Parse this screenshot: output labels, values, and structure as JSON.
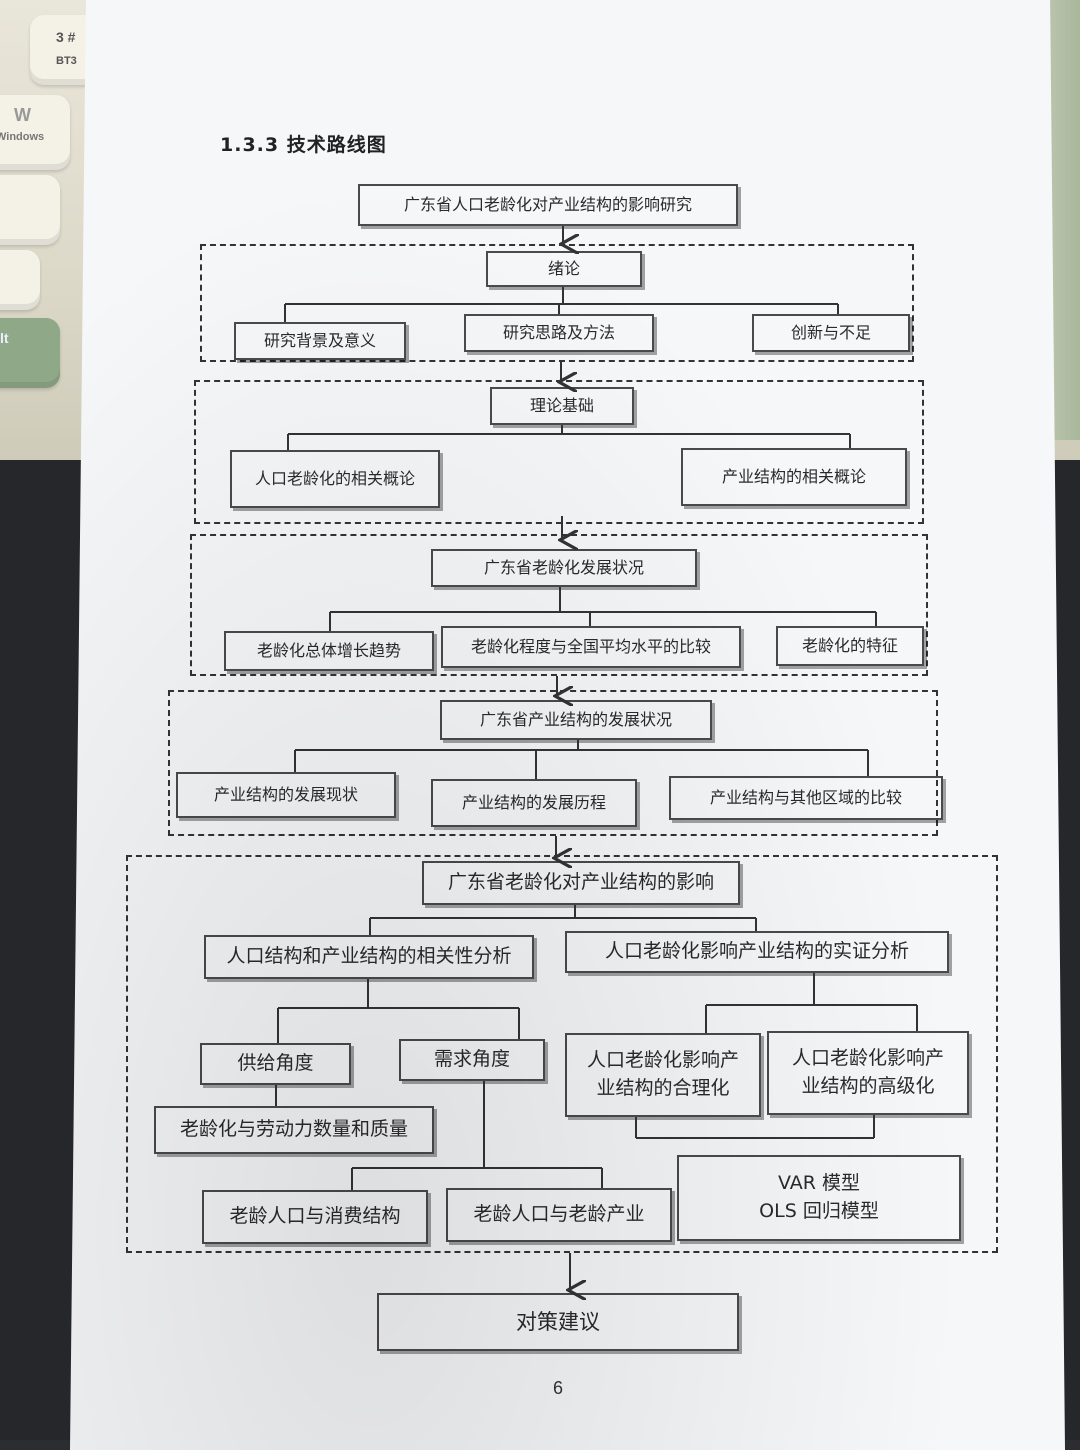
{
  "section_title": "1.3.3 技术路线图",
  "page_number": "6",
  "keyboard": {
    "key1": "3 #",
    "key2": "BT3",
    "key3": "W",
    "key4": "Windows",
    "key5": "lt"
  },
  "flow": {
    "root": "广东省人口老龄化对产业结构的影响研究",
    "intro": {
      "title": "绪论",
      "items": [
        "研究背景及意义",
        "研究思路及方法",
        "创新与不足"
      ]
    },
    "theory": {
      "title": "理论基础",
      "items": [
        "人口老龄化的相关概论",
        "产业结构的相关概论"
      ]
    },
    "aging_status": {
      "title": "广东省老龄化发展状况",
      "items": [
        "老龄化总体增长趋势",
        "老龄化程度与全国平均水平的比较",
        "老龄化的特征"
      ]
    },
    "industry_status": {
      "title": "广东省产业结构的发展状况",
      "items": [
        "产业结构的发展现状",
        "产业结构的发展历程",
        "产业结构与其他区域的比较"
      ]
    },
    "impact": {
      "title": "广东省老龄化对产业结构的影响",
      "left": "人口结构和产业结构的相关性分析",
      "right": "人口老龄化影响产业结构的实证分析",
      "supply": "供给角度",
      "demand": "需求角度",
      "labor": "老龄化与劳动力数量和质量",
      "consumption": "老龄人口与消费结构",
      "elder_industry": "老龄人口与老龄产业",
      "rationalization": "人口老龄化影响产业结构的合理化",
      "upgrading": "人口老龄化影响产业结构的高级化",
      "model_var": "VAR 模型",
      "model_ols": "OLS 回归模型"
    },
    "conclusion": "对策建议"
  }
}
